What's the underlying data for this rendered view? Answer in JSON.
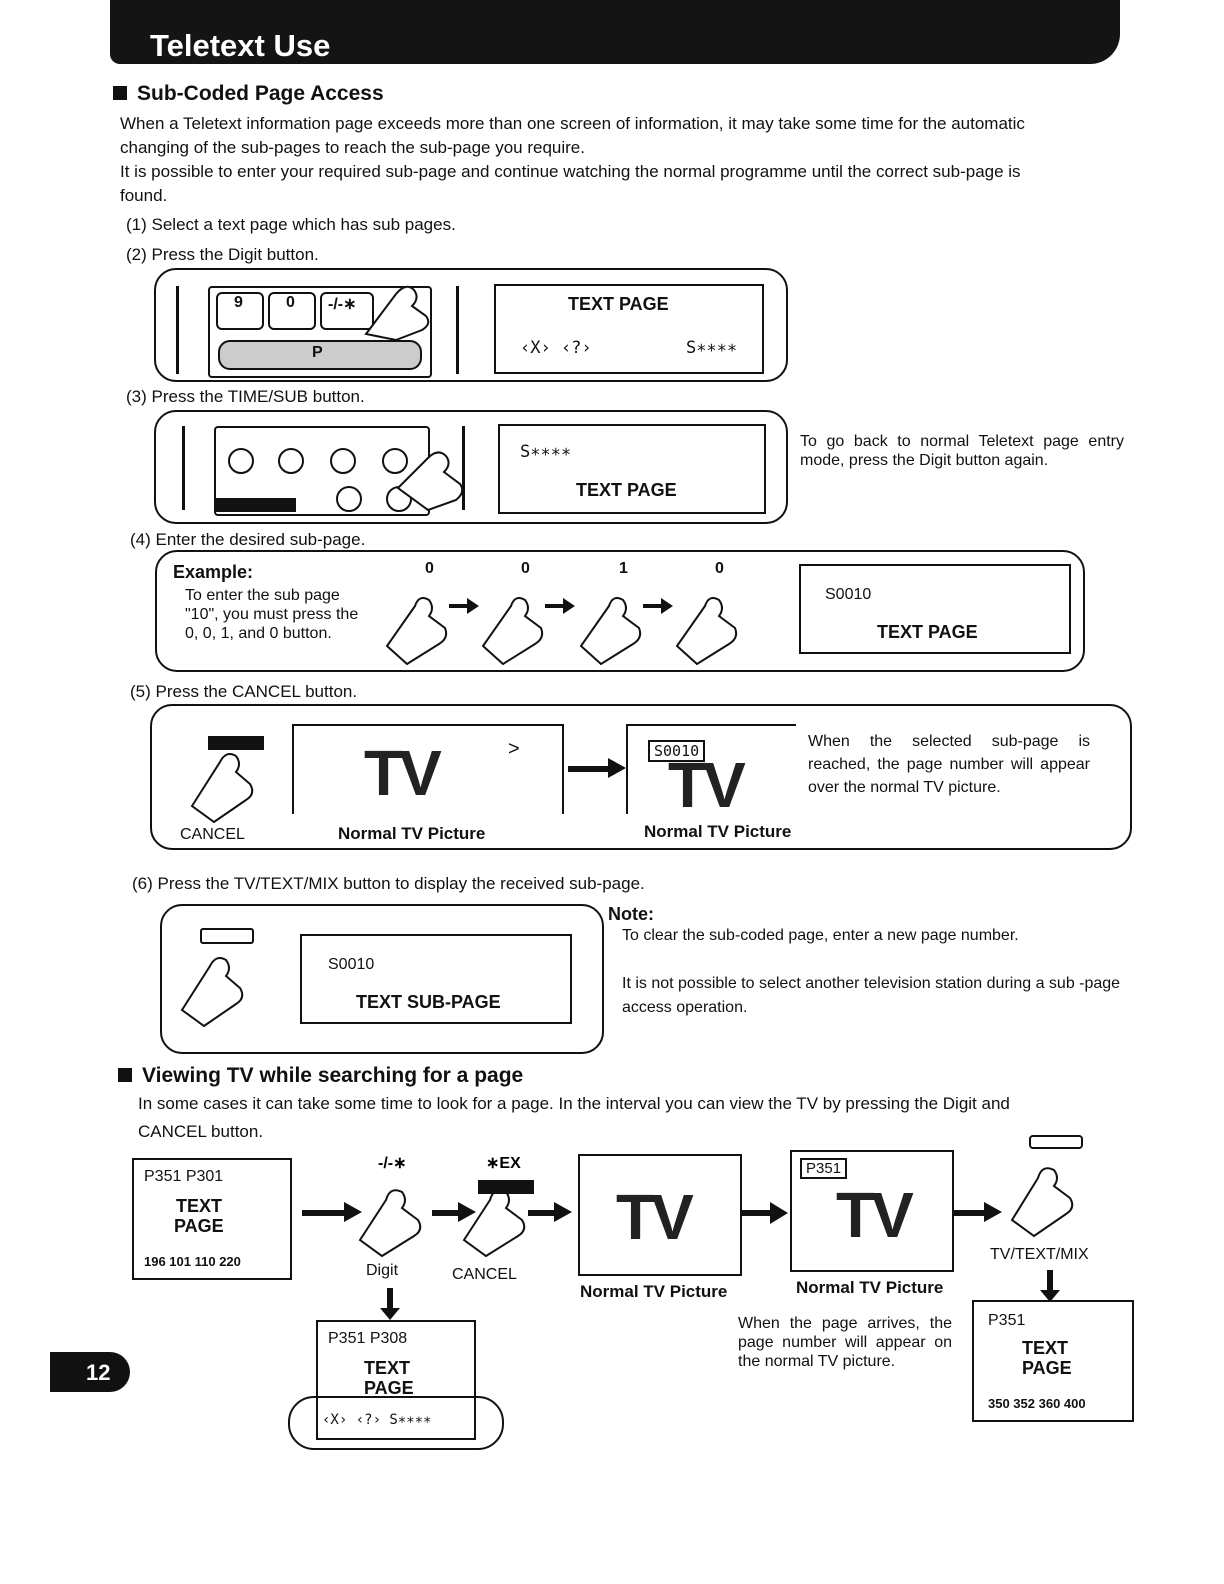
{
  "header": {
    "title": "Teletext Use"
  },
  "section1": {
    "heading": "Sub-Coded Page Access",
    "para1": "When a Teletext information page exceeds more than one screen of information, it may take some time for the automatic",
    "para2": "changing of the sub-pages to reach the sub-page you require.",
    "para3": "It is possible to enter your required sub-page and continue watching the normal programme until the correct sub-page is",
    "para4": "found.",
    "steps": [
      "(1) Select a text page which has sub pages.",
      "(2) Press the Digit button.",
      "(3) Press the TIME/SUB button.",
      "(4) Enter the desired sub-page.",
      "(5) Press the CANCEL button.",
      "(6) Press the TV/TEXT/MIX button to display the received sub-page."
    ]
  },
  "fig2": {
    "keys": [
      "9",
      "0",
      "-/-∗"
    ],
    "p_label": "P",
    "screen_title": "TEXT PAGE",
    "screen_status": "‹X›  ‹?›",
    "screen_sub": "S∗∗∗∗"
  },
  "fig3": {
    "screen_sub": "S∗∗∗∗",
    "screen_title": "TEXT PAGE",
    "side_text": "To go back to normal Teletext page entry mode, press the Digit button again."
  },
  "fig4": {
    "example_label": "Example:",
    "example_text": "To enter the sub page \"10\", you must press the 0, 0, 1, and 0 button.",
    "digits": [
      "0",
      "0",
      "1",
      "0"
    ],
    "screen_sub": "S0010",
    "screen_title": "TEXT PAGE"
  },
  "fig5": {
    "cancel_label": "CANCEL",
    "screen1_caption": "Normal TV Picture",
    "screen2_caption": "Normal TV Picture",
    "screen2_badge": "S0010",
    "tv_text": "TV",
    "arrow_glyph": ">",
    "side_text": "When the selected sub-page is reached, the page number will appear over the normal TV picture."
  },
  "fig6": {
    "screen_sub": "S0010",
    "screen_title": "TEXT SUB-PAGE",
    "note_label": "Note:",
    "note1": "To clear the sub-coded page, enter a new page number.",
    "note2": "It is not possible to select another television station during a sub -page access operation."
  },
  "section2": {
    "heading": "Viewing TV while searching for a page",
    "para1": "In some cases it can take some time to look for a page. In the interval you can view the TV by pressing the Digit and",
    "para2": "CANCEL button."
  },
  "bottom": {
    "screenA_top": "P351  P301",
    "screenA_title1": "TEXT",
    "screenA_title2": "PAGE",
    "screenA_bottom": "196  101  110  220",
    "digit_label": "Digit",
    "cancel_label": "CANCEL",
    "screenB_top": "P351  P308",
    "screenB_title1": "TEXT",
    "screenB_title2": "PAGE",
    "screenB_status": "‹X› ‹?›  S∗∗∗∗",
    "tv1_caption": "Normal TV Picture",
    "tv2_caption": "Normal TV Picture",
    "tv2_badge": "P351",
    "tv_text": "TV",
    "arrival_text": "When the page arrives, the page number will appear on the normal TV picture.",
    "mix_label": "TV/TEXT/MIX",
    "screenC_top": "P351",
    "screenC_title1": "TEXT",
    "screenC_title2": "PAGE",
    "screenC_bottom": "350  352  360  400"
  },
  "page_number": "12"
}
